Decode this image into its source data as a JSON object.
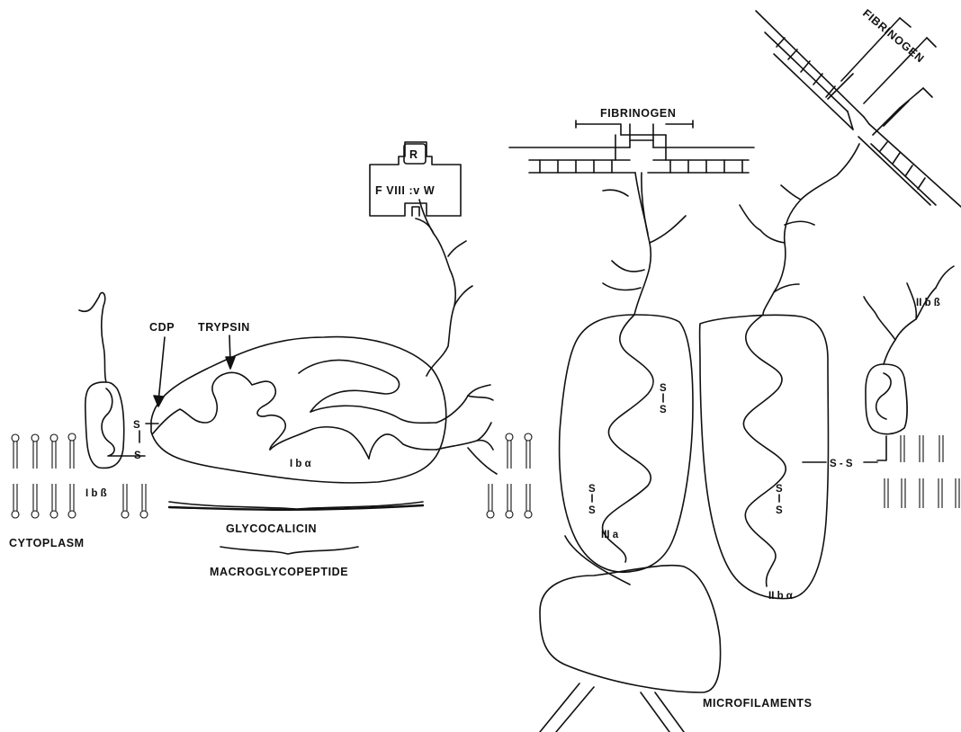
{
  "labels": {
    "fibrinogen_top": "FIBRINOGEN",
    "fibrinogen_diag": "FIBRINOGEN",
    "r_box": "R",
    "fviii_vw": "F VIII :v W",
    "cdp": "CDP",
    "trypsin": "TRYPSIN",
    "ib_alpha": "I b α",
    "ib_beta": "I b ß",
    "iib_beta": "II b ß",
    "iib_alpha": "II b α",
    "iiia": "III a",
    "glycocalicin": "GLYCOCALICIN",
    "macroglycopeptide": "MACROGLYCOPEPTIDE",
    "cytoplasm": "CYTOPLASM",
    "microfilaments": "MICROFILAMENTS",
    "s": "S",
    "s_s": "S - S",
    "s_dash": "S –"
  }
}
